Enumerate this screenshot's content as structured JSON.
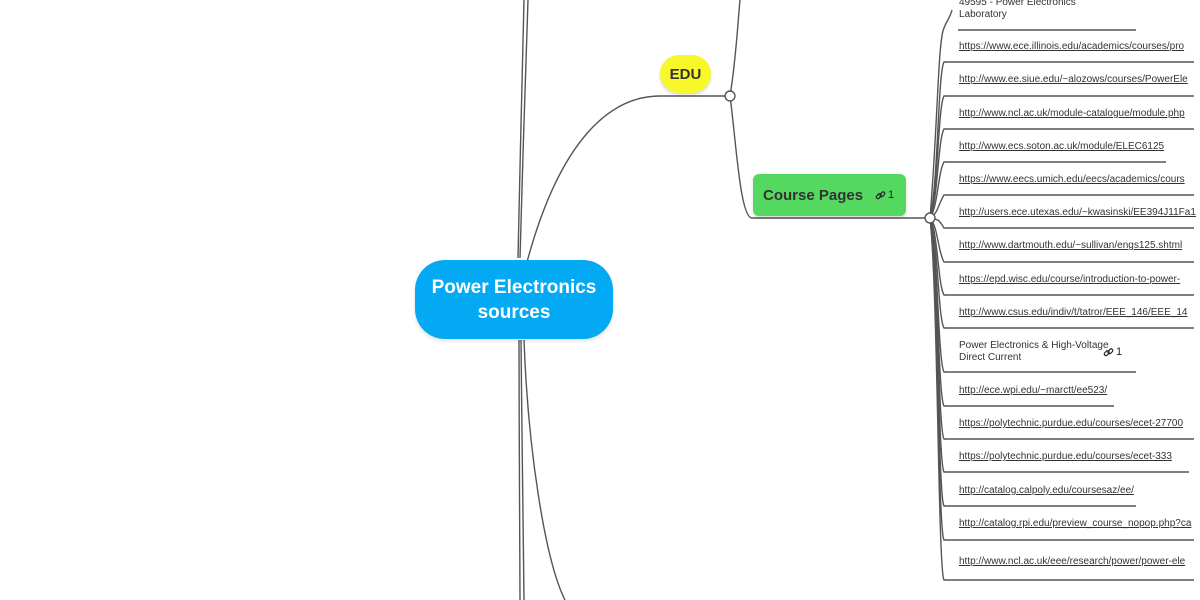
{
  "map": {
    "central": "Power Electronics sources",
    "edu": "EDU",
    "course_pages": {
      "label": "Course Pages",
      "link_count": "1",
      "icon": "link-icon"
    },
    "top_leaf": "49595 - Power Electronics Laboratory",
    "leaves": [
      "https://www.ece.illinois.edu/academics/courses/pro",
      "http://www.ee.siue.edu/~alozows/courses/PowerEle",
      "http://www.ncl.ac.uk/module-catalogue/module.php",
      "http://www.ecs.soton.ac.uk/module/ELEC6125",
      "https://www.eecs.umich.edu/eecs/academics/cours",
      "http://users.ece.utexas.edu/~kwasinski/EE394J11Fa1",
      "http://www.dartmouth.edu/~sullivan/engs125.shtml",
      "https://epd.wisc.edu/course/introduction-to-power-",
      "http://www.csus.edu/indiv/t/tatror/EEE_146/EEE_14"
    ],
    "hvdc": {
      "label": "Power Electronics & High-Voltage Direct Current",
      "link_count": "1",
      "icon": "link-icon"
    },
    "leaves2": [
      "http://ece.wpi.edu/~marctt/ee523/",
      "https://polytechnic.purdue.edu/courses/ecet-27700",
      "https://polytechnic.purdue.edu/courses/ecet-333",
      "http://catalog.calpoly.edu/coursesaz/ee/",
      "http://catalog.rpi.edu/preview_course_nopop.php?ca",
      "http://www.ncl.ac.uk/eee/research/power/power-ele"
    ]
  },
  "colors": {
    "central": "#04a9f4",
    "edu": "#f7f72a",
    "course": "#55d860",
    "line": "#555555"
  }
}
